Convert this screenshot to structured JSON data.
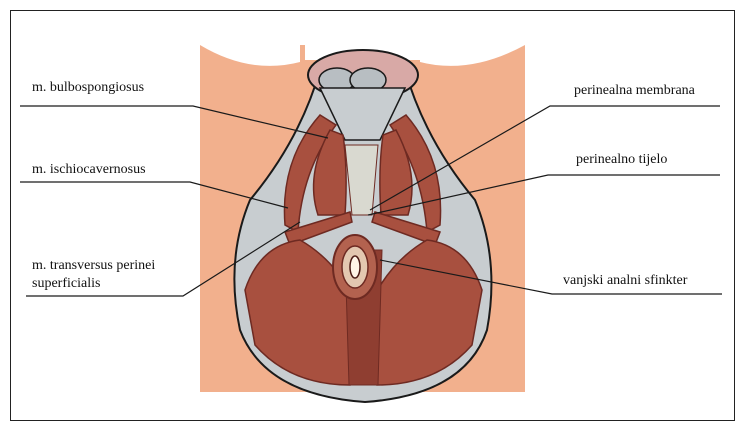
{
  "labels": {
    "bulbospongiosus": "m. bulbospongiosus",
    "ischiocavernosus": "m. ischiocavernosus",
    "transversus_line1": "m. transversus perinei",
    "transversus_line2": "superficialis",
    "perinealna_membrana": "perinealna membrana",
    "perinealno_tijelo": "perinealno tijelo",
    "vanjski_sfinkter": "vanjski analni sfinkter"
  },
  "colors": {
    "skin": "#f2b08d",
    "fascia": "#c8cdd0",
    "muscle": "#a8503f",
    "muscle_dark": "#6e2a22",
    "outline": "#1a1a1a"
  }
}
